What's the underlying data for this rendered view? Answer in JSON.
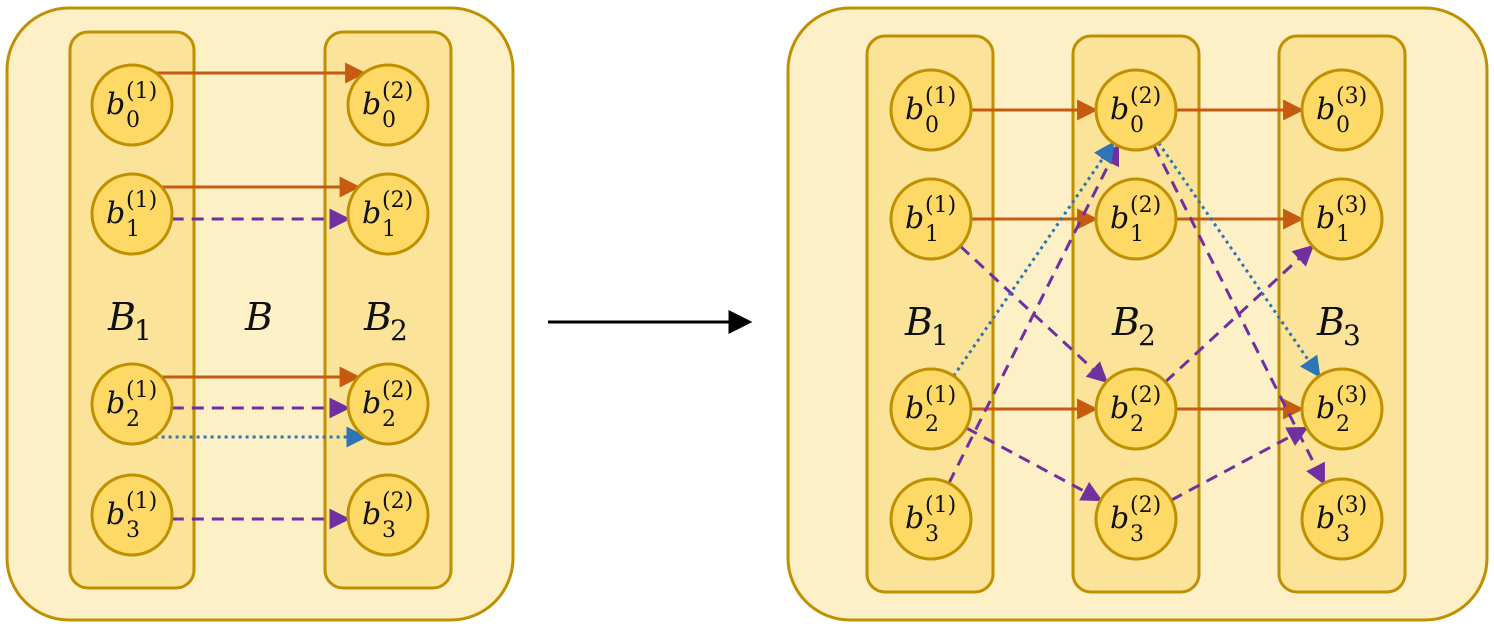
{
  "colors": {
    "outer_fill": "#fdefc6",
    "outer_stroke": "#bf9000",
    "column_fill": "#fbe39a",
    "node_fill": "#ffd966",
    "node_stroke": "#bf9000",
    "arrow_solid": "#c55a11",
    "arrow_dashed": "#7030a0",
    "arrow_dotted": "#2e75b6",
    "main_arrow": "#000000"
  },
  "left_panel": {
    "columns": [
      {
        "id": "L1",
        "label": {
          "base": "B",
          "sub": "1"
        }
      },
      {
        "id": "L2",
        "label": {
          "base": "B",
          "sub": "2"
        }
      }
    ],
    "middle_label": "B",
    "nodes": [
      {
        "id": "L1n0",
        "base": "b",
        "sup": "(1)",
        "sub": "0"
      },
      {
        "id": "L1n1",
        "base": "b",
        "sup": "(1)",
        "sub": "1"
      },
      {
        "id": "L1n2",
        "base": "b",
        "sup": "(1)",
        "sub": "2"
      },
      {
        "id": "L1n3",
        "base": "b",
        "sup": "(1)",
        "sub": "3"
      },
      {
        "id": "L2n0",
        "base": "b",
        "sup": "(2)",
        "sub": "0"
      },
      {
        "id": "L2n1",
        "base": "b",
        "sup": "(2)",
        "sub": "1"
      },
      {
        "id": "L2n2",
        "base": "b",
        "sup": "(2)",
        "sub": "2"
      },
      {
        "id": "L2n3",
        "base": "b",
        "sup": "(2)",
        "sub": "3"
      }
    ],
    "edges": [
      {
        "from": "L1n0",
        "to": "L2n0",
        "style": "solid"
      },
      {
        "from": "L1n1",
        "to": "L2n1",
        "style": "solid"
      },
      {
        "from": "L1n1",
        "to": "L2n1",
        "style": "dashed"
      },
      {
        "from": "L1n2",
        "to": "L2n2",
        "style": "solid"
      },
      {
        "from": "L1n2",
        "to": "L2n2",
        "style": "dashed"
      },
      {
        "from": "L1n2",
        "to": "L2n2",
        "style": "dotted"
      },
      {
        "from": "L1n3",
        "to": "L2n3",
        "style": "dashed"
      }
    ]
  },
  "right_panel": {
    "columns": [
      {
        "id": "R1",
        "label": {
          "base": "B",
          "sub": "1"
        }
      },
      {
        "id": "R2",
        "label": {
          "base": "B",
          "sub": "2"
        }
      },
      {
        "id": "R3",
        "label": {
          "base": "B",
          "sub": "3"
        }
      }
    ],
    "nodes": [
      {
        "id": "R1n0",
        "base": "b",
        "sup": "(1)",
        "sub": "0"
      },
      {
        "id": "R1n1",
        "base": "b",
        "sup": "(1)",
        "sub": "1"
      },
      {
        "id": "R1n2",
        "base": "b",
        "sup": "(1)",
        "sub": "2"
      },
      {
        "id": "R1n3",
        "base": "b",
        "sup": "(1)",
        "sub": "3"
      },
      {
        "id": "R2n0",
        "base": "b",
        "sup": "(2)",
        "sub": "0"
      },
      {
        "id": "R2n1",
        "base": "b",
        "sup": "(2)",
        "sub": "1"
      },
      {
        "id": "R2n2",
        "base": "b",
        "sup": "(2)",
        "sub": "2"
      },
      {
        "id": "R2n3",
        "base": "b",
        "sup": "(2)",
        "sub": "3"
      },
      {
        "id": "R3n0",
        "base": "b",
        "sup": "(3)",
        "sub": "0"
      },
      {
        "id": "R3n1",
        "base": "b",
        "sup": "(3)",
        "sub": "1"
      },
      {
        "id": "R3n2",
        "base": "b",
        "sup": "(3)",
        "sub": "2"
      },
      {
        "id": "R3n3",
        "base": "b",
        "sup": "(3)",
        "sub": "3"
      }
    ],
    "edges": [
      {
        "from": "R1n0",
        "to": "R2n0",
        "style": "solid"
      },
      {
        "from": "R1n1",
        "to": "R2n1",
        "style": "solid"
      },
      {
        "from": "R1n2",
        "to": "R2n2",
        "style": "solid"
      },
      {
        "from": "R1n1",
        "to": "R2n2",
        "style": "dashed"
      },
      {
        "from": "R1n2",
        "to": "R2n3",
        "style": "dashed"
      },
      {
        "from": "R1n3",
        "to": "R2n0",
        "style": "dashed"
      },
      {
        "from": "R1n2",
        "to": "R2n0",
        "style": "dotted"
      },
      {
        "from": "R2n0",
        "to": "R3n0",
        "style": "solid"
      },
      {
        "from": "R2n1",
        "to": "R3n1",
        "style": "solid"
      },
      {
        "from": "R2n2",
        "to": "R3n2",
        "style": "solid"
      },
      {
        "from": "R2n0",
        "to": "R3n3",
        "style": "dashed"
      },
      {
        "from": "R2n2",
        "to": "R3n1",
        "style": "dashed"
      },
      {
        "from": "R2n3",
        "to": "R3n2",
        "style": "dashed"
      },
      {
        "from": "R2n0",
        "to": "R3n2",
        "style": "dotted"
      }
    ]
  }
}
